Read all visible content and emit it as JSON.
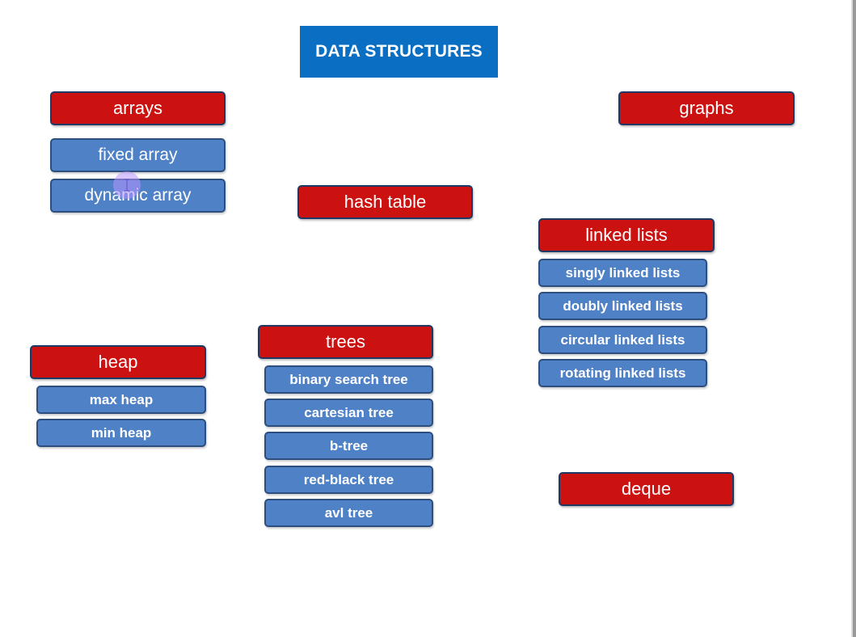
{
  "title": "DATA STRUCTURES",
  "colors": {
    "title_bg": "#0a6fc2",
    "category_bg": "#cc1111",
    "item_bg": "#4f81c7",
    "text": "#ffffff"
  },
  "groups": {
    "arrays": {
      "label": "arrays",
      "items": [
        "fixed array",
        "dynamic array"
      ]
    },
    "graphs": {
      "label": "graphs"
    },
    "hash_table": {
      "label": "hash table"
    },
    "linked_lists": {
      "label": "linked lists",
      "items": [
        "singly linked lists",
        "doubly linked lists",
        "circular linked lists",
        "rotating linked lists"
      ]
    },
    "heap": {
      "label": "heap",
      "items": [
        "max heap",
        "min heap"
      ]
    },
    "trees": {
      "label": "trees",
      "items": [
        "binary search tree",
        "cartesian tree",
        "b-tree",
        "red-black tree",
        "avl tree"
      ]
    },
    "deque": {
      "label": "deque"
    }
  }
}
